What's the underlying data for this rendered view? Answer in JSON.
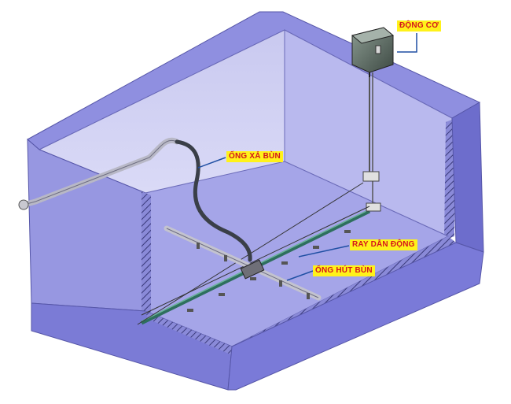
{
  "labels": {
    "motor": "ĐỘNG CƠ",
    "discharge_pipe": "ỐNG XẢ BÙN",
    "drive_rail": "RAY DẪN ĐỘNG",
    "suction_pipe": "ỐNG HÚT BÙN"
  },
  "colors": {
    "label_background": "#fff21a",
    "label_text": "#d4151c",
    "tank_wall": "#7b7bd6",
    "tank_wall_dark": "#5a5ab8",
    "floor": "#a9a9ea",
    "rail": "#2e6f5e",
    "pipe": "#c8c8d0",
    "callout_line": "#1f4fa3"
  },
  "icons": {
    "motor": "motor-box-icon"
  }
}
